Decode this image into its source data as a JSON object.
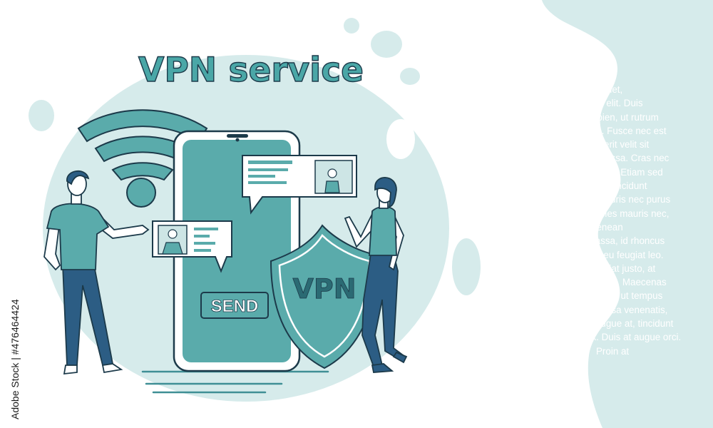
{
  "title": "VPN service",
  "send_label": "SEND",
  "shield_label": "VPN",
  "body_lines": [
    "Lorem ipsum dolor sit amet,",
    "consectetur adipiscing elit. Duis",
    "eleifend efficitur sapien, ut rutrum",
    "enim vehicula ac. Fusce nec est",
    "venenatis, hendrerit velit sit",
    "amet, luctus massa. Cras nec",
    "consectetur velit. Etiam sed",
    "aliquet magna, tincidunt",
    "mollis nisi. Mauris nec purus",
    "suscipit, ultricies mauris nec,",
    "sollicitudin nibh. Aenean",
    "fermentum nisl massa, id rhoncus",
    "elit rutrum ac. Sed eu feugiat leo.",
    "Nullam venenatis feugiat justo, at",
    "iaculis sem convallis in. Maecenas",
    "vitae dignissim lorem, ut tempus",
    "quam. Ut in massa venenatis,",
    "iaculis augue at, tincidunt",
    "ex. Duis at augue orci.",
    "Proin at"
  ],
  "stock_id": "Adobe Stock | #476464424",
  "colors": {
    "teal": "#5aabab",
    "teal_light": "#cde5e5",
    "blob": "#d6ebeb",
    "navy": "#2c5d84",
    "outline": "#1c3a4a"
  }
}
